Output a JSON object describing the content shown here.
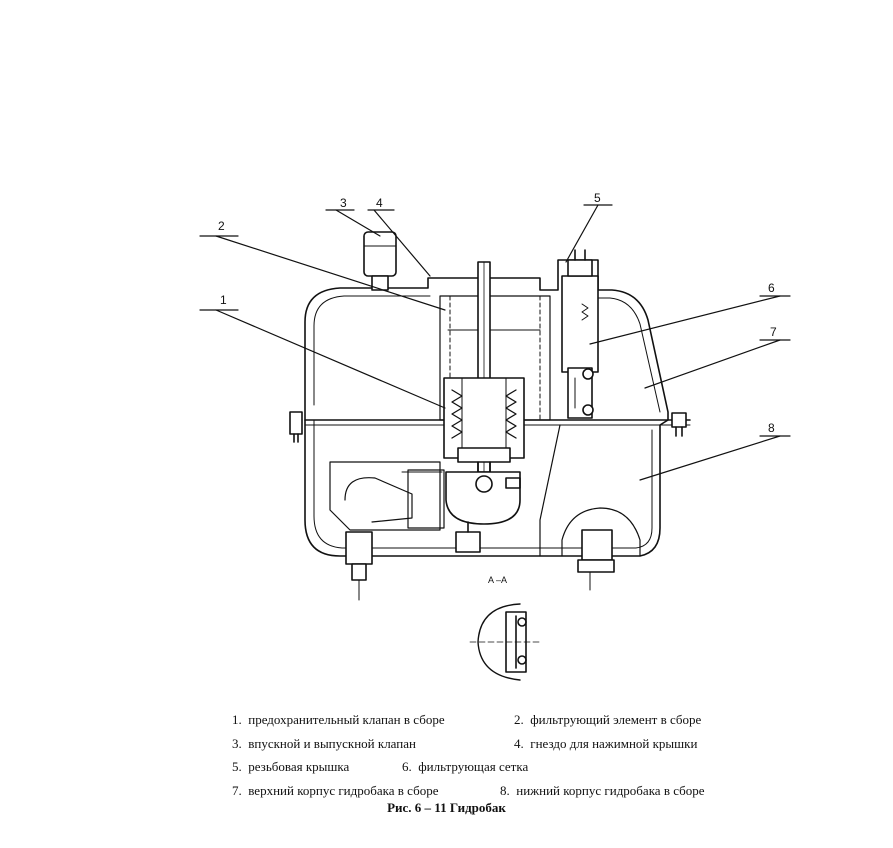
{
  "diagram": {
    "callouts": [
      "1",
      "2",
      "3",
      "4",
      "5",
      "6",
      "7",
      "8"
    ],
    "section_label": "A –A"
  },
  "legend": {
    "items": [
      {
        "num": "1.",
        "text": "предохранительный клапан в сборе"
      },
      {
        "num": "2.",
        "text": "фильтрующий элемент в сборе"
      },
      {
        "num": "3.",
        "text": "впускной и выпускной клапан"
      },
      {
        "num": "4.",
        "text": "гнездо для нажимной крышки"
      },
      {
        "num": "5.",
        "text": "резьбовая крышка"
      },
      {
        "num": "6.",
        "text": "фильтрующая сетка"
      },
      {
        "num": "7.",
        "text": "верхний корпус гидробака в сборе"
      },
      {
        "num": "8.",
        "text": "нижний корпус гидробака в сборе"
      }
    ]
  },
  "caption": "Рис. 6 – 11 Гидробак"
}
